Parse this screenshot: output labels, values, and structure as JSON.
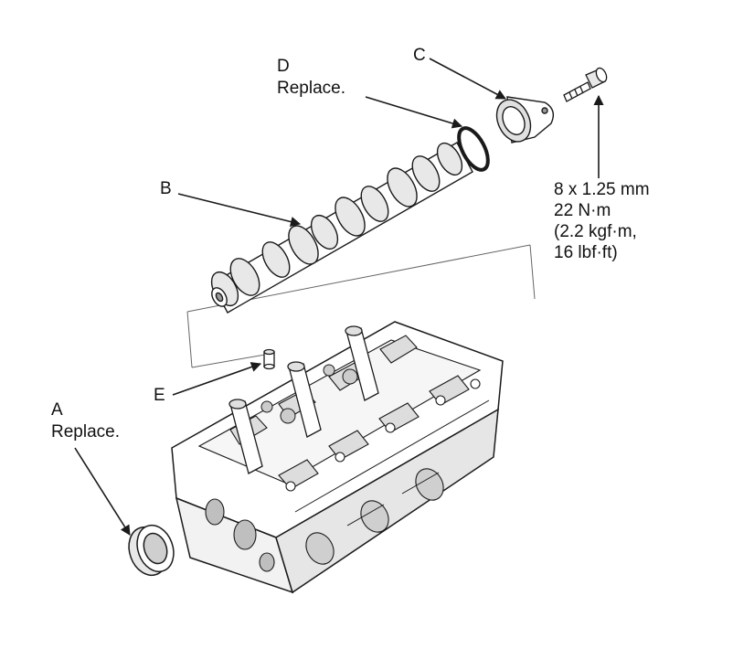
{
  "labels": {
    "a": {
      "letter": "A",
      "note": "Replace."
    },
    "b": {
      "letter": "B"
    },
    "c": {
      "letter": "C"
    },
    "d": {
      "letter": "D",
      "note": "Replace."
    },
    "e": {
      "letter": "E"
    }
  },
  "bolt_spec": {
    "size": "8 x 1.25 mm",
    "torque_nm": "22 N·m",
    "torque_kgf": "(2.2 kgf·m,",
    "torque_lbf": "16 lbf·ft)"
  },
  "colors": {
    "line": "#1a1a1a",
    "fill": "#ffffff",
    "shade": "#cfcfcf",
    "dark": "#9a9a9a"
  }
}
